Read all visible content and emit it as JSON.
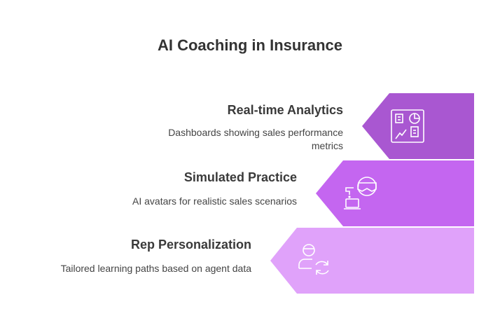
{
  "title": "AI Coaching in Insurance",
  "colors": {
    "band1": "#A957D1",
    "band2": "#C466F0",
    "band3": "#E0A2FA"
  },
  "items": [
    {
      "heading": "Real-time Analytics",
      "description": "Dashboards showing sales performance metrics",
      "icon": "dashboard-icon"
    },
    {
      "heading": "Simulated Practice",
      "description": "AI avatars for realistic sales scenarios",
      "icon": "vr-headset-laptop-icon"
    },
    {
      "heading": "Rep Personalization",
      "description": "Tailored learning paths based on agent data",
      "icon": "user-sync-icon"
    }
  ]
}
